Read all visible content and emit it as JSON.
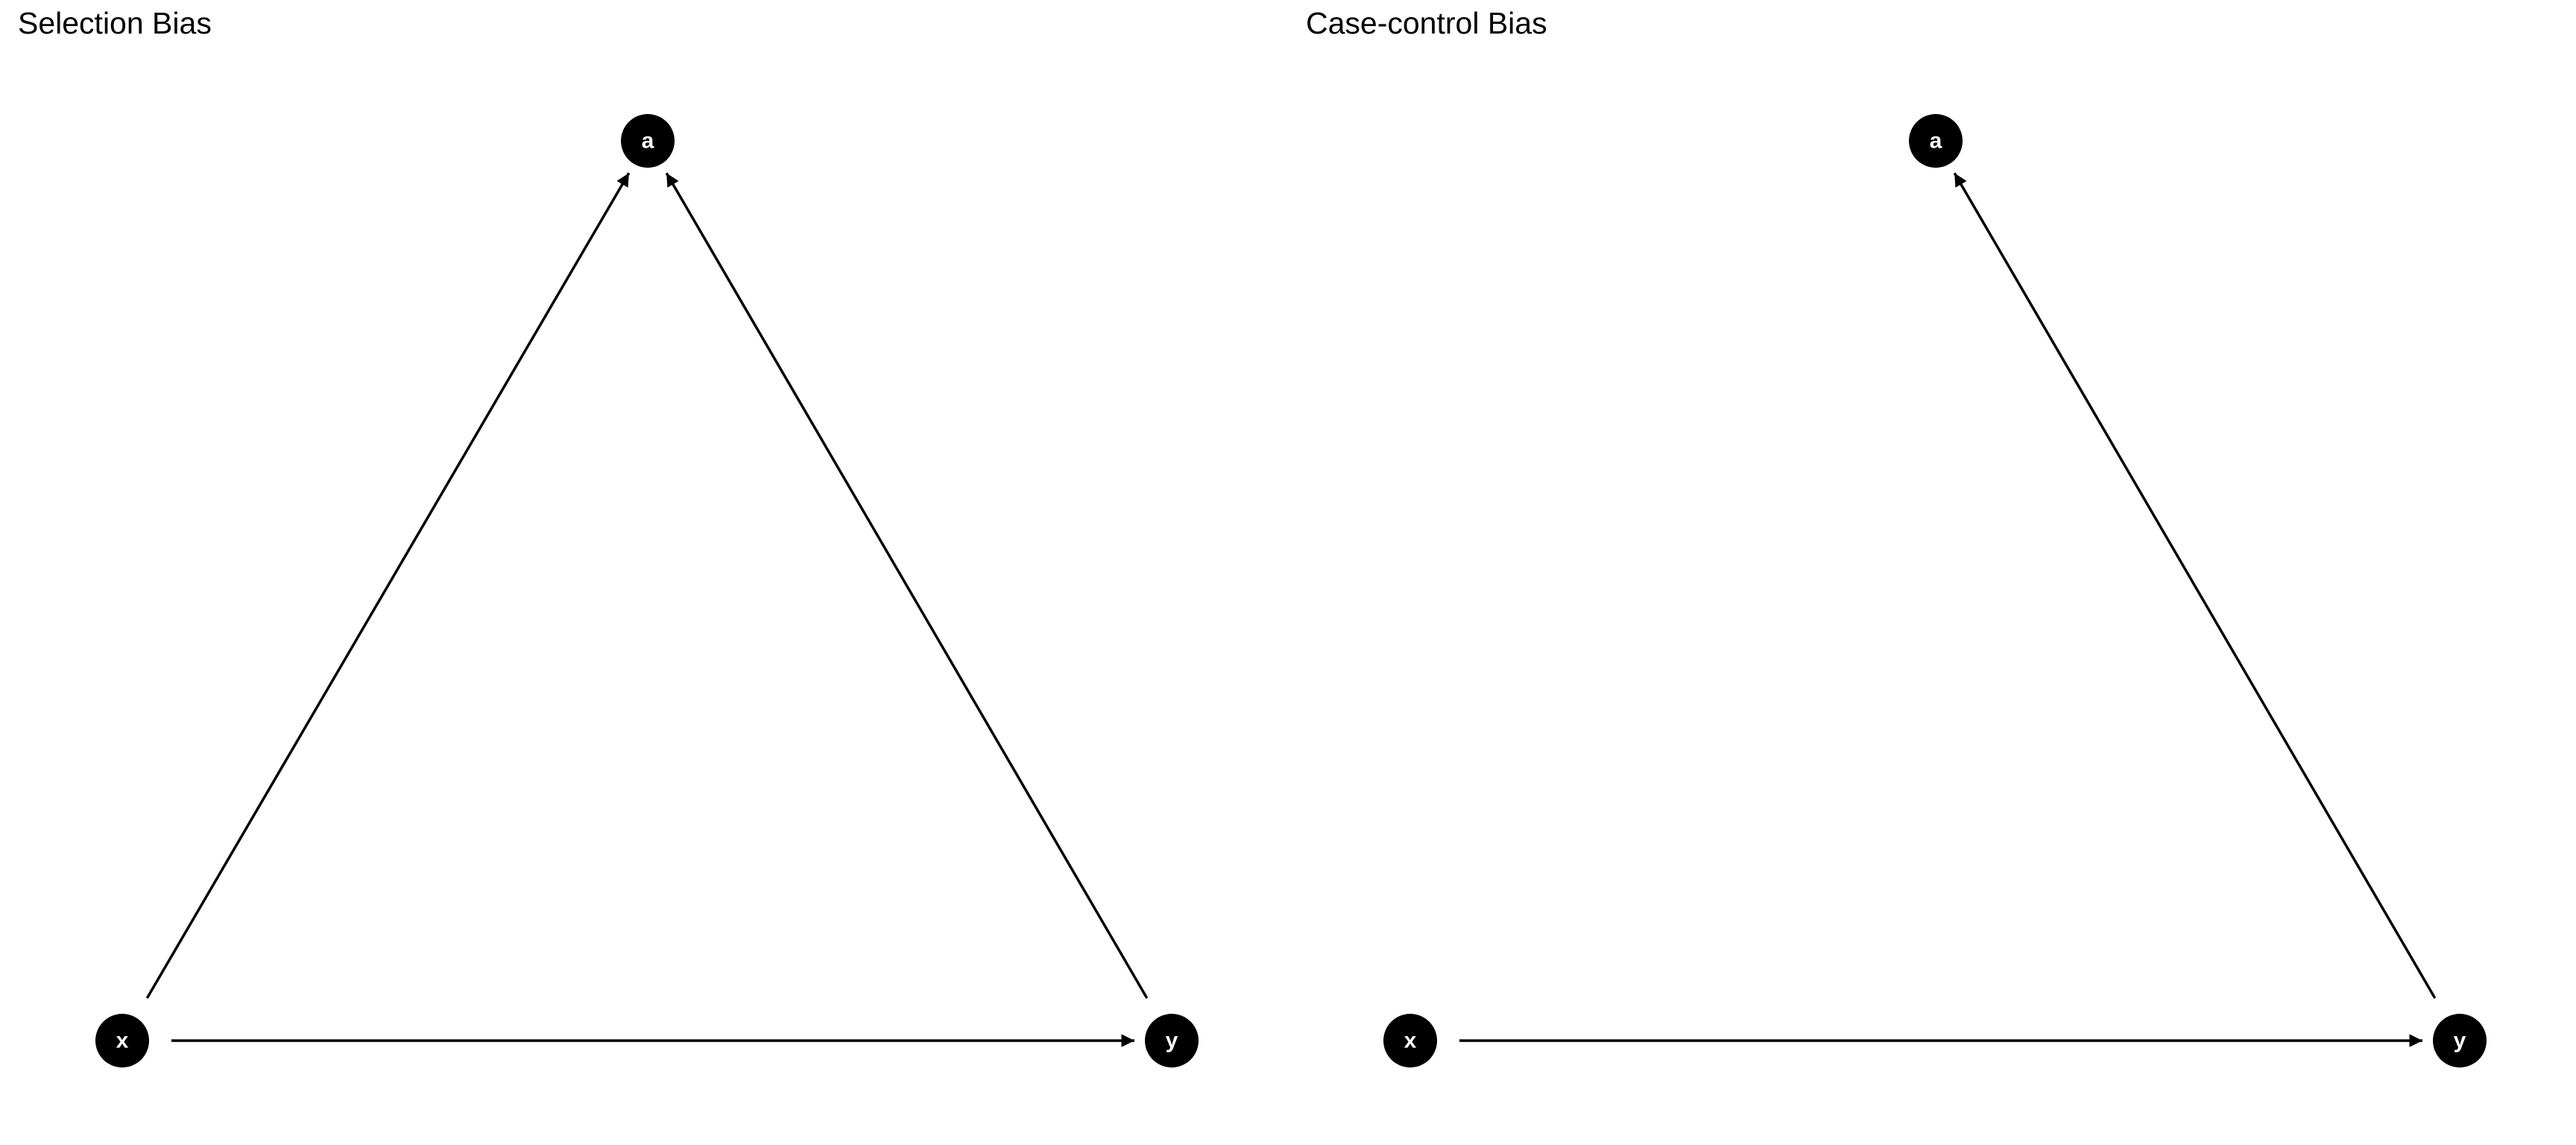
{
  "panels": [
    {
      "title": "Selection Bias",
      "nodes": [
        "a",
        "x",
        "y"
      ],
      "edges": [
        {
          "from": "x",
          "to": "a"
        },
        {
          "from": "y",
          "to": "a"
        },
        {
          "from": "x",
          "to": "y"
        }
      ]
    },
    {
      "title": "Case-control Bias",
      "nodes": [
        "a",
        "x",
        "y"
      ],
      "edges": [
        {
          "from": "y",
          "to": "a"
        },
        {
          "from": "x",
          "to": "y"
        }
      ]
    }
  ]
}
